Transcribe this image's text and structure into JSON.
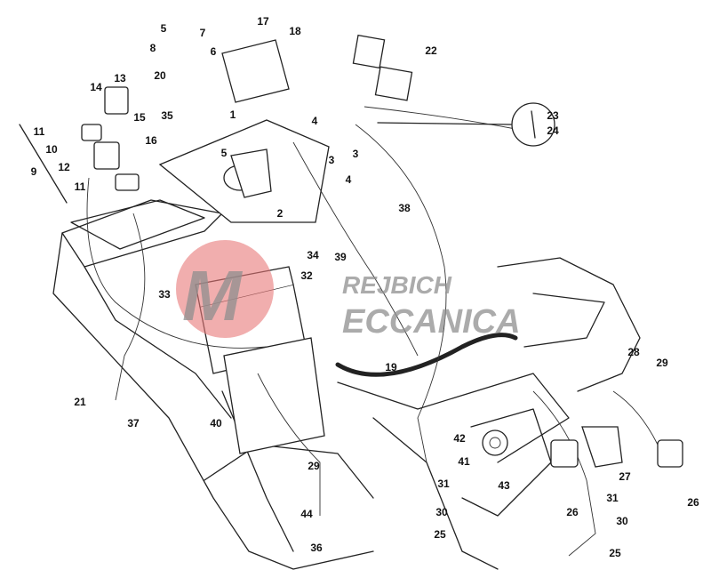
{
  "diagram": {
    "title": "Electrical system exploded parts diagram",
    "watermark": {
      "line1": "REJBICH",
      "line2": "ECCANICA",
      "logo_letter": "M",
      "logo_color": "#e87878"
    },
    "labels": [
      "5",
      "17",
      "7",
      "18",
      "8",
      "6",
      "22",
      "14",
      "13",
      "20",
      "1",
      "4",
      "23",
      "24",
      "35",
      "15",
      "11",
      "16",
      "3",
      "3",
      "10",
      "5",
      "12",
      "9",
      "4",
      "11",
      "2",
      "38",
      "34",
      "39",
      "32",
      "33",
      "19",
      "28",
      "29",
      "21",
      "37",
      "40",
      "42",
      "41",
      "27",
      "29",
      "31",
      "43",
      "26",
      "31",
      "26",
      "30",
      "30",
      "44",
      "25",
      "36",
      "25"
    ]
  }
}
